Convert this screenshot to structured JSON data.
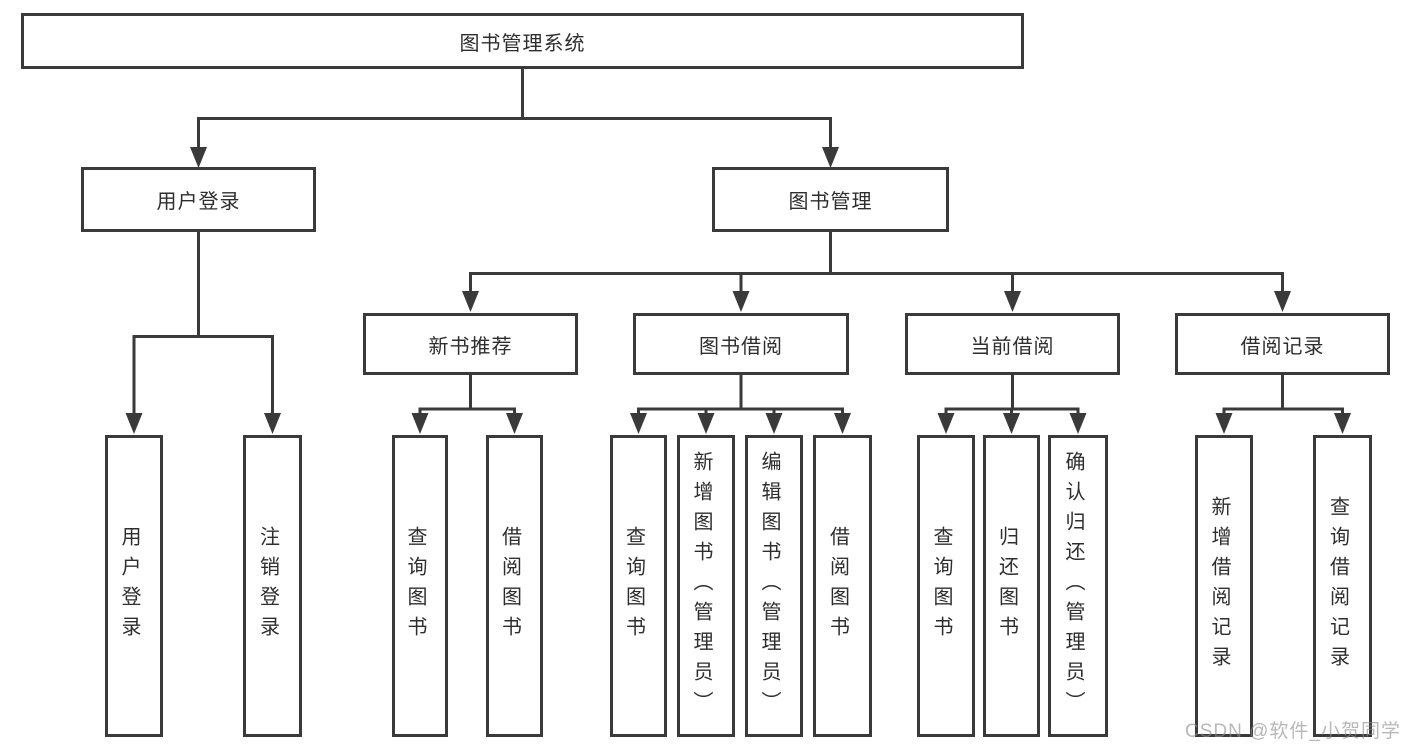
{
  "diagram_title": "图书管理系统",
  "colors": {
    "line": "#3a3a3a",
    "box_border": "#3a3a3a",
    "text": "#2e2e2e",
    "background": "#ffffff",
    "watermark": "#8c8c8c"
  },
  "tree": {
    "label": "图书管理系统",
    "children": [
      {
        "label": "用户登录",
        "children": [
          {
            "label": "用户登录"
          },
          {
            "label": "注销登录"
          }
        ]
      },
      {
        "label": "图书管理",
        "children": [
          {
            "label": "新书推荐",
            "children": [
              {
                "label": "查询图书"
              },
              {
                "label": "借阅图书"
              }
            ]
          },
          {
            "label": "图书借阅",
            "children": [
              {
                "label": "查询图书"
              },
              {
                "label": "新增图书（管理员）"
              },
              {
                "label": "编辑图书（管理员）"
              },
              {
                "label": "借阅图书"
              }
            ]
          },
          {
            "label": "当前借阅",
            "children": [
              {
                "label": "查询图书"
              },
              {
                "label": "归还图书"
              },
              {
                "label": "确认归还（管理员）"
              }
            ]
          },
          {
            "label": "借阅记录",
            "children": [
              {
                "label": "新增借阅记录"
              },
              {
                "label": "查询借阅记录"
              }
            ]
          }
        ]
      }
    ]
  },
  "watermark": {
    "text": "CSDN @软件_小贺同学"
  }
}
